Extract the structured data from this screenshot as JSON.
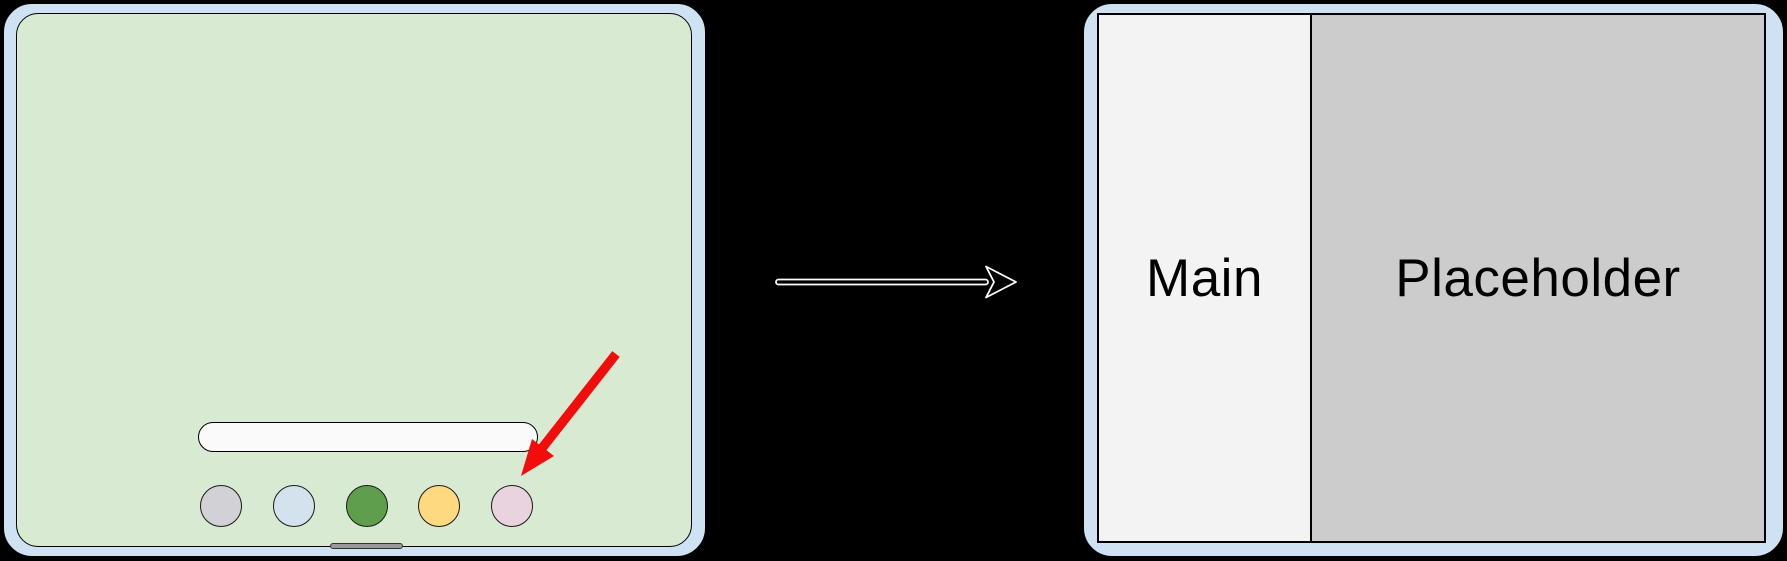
{
  "figure": {
    "description": "Tablet homescreen with app tapped, transitioning to split-screen layout"
  },
  "colors": {
    "background": "#000000",
    "device-frame": "#cfe2f3",
    "device-outline": "#000000",
    "homescreen": "#d9ead3",
    "search-pill": "#fafafa",
    "home-indicator": "#999999",
    "main-panel": "#f3f3f3",
    "placeholder-panel": "#cccccc",
    "annotation-red": "#f20d0d",
    "transition-arrow-fill": "#000000",
    "transition-arrow-outline": "#ffffff"
  },
  "left_device": {
    "search_bar": {
      "value": ""
    },
    "dock": {
      "icons": [
        {
          "name": "app-icon-gray",
          "color": "#d1d1d6"
        },
        {
          "name": "app-icon-blue",
          "color": "#d3e2ec"
        },
        {
          "name": "app-icon-green",
          "color": "#5f9e4c"
        },
        {
          "name": "app-icon-yellow",
          "color": "#ffd980"
        },
        {
          "name": "app-icon-pink",
          "color": "#e9d3df"
        }
      ]
    }
  },
  "right_device": {
    "panels": [
      {
        "label": "Main"
      },
      {
        "label": "Placeholder"
      }
    ]
  }
}
